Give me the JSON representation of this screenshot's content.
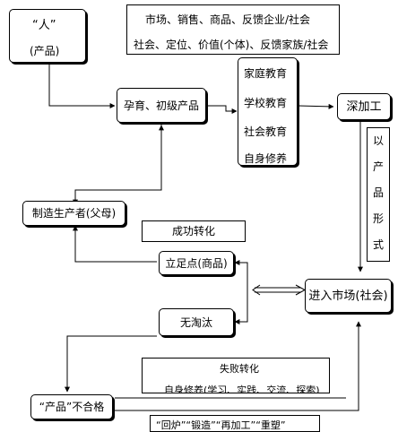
{
  "top_note": {
    "line1": "市场、销售、商品、反馈企业/社会",
    "line2": "社会、定位、价值(个体)、反馈家族/社会"
  },
  "ren_box": {
    "title": "“人”",
    "subtitle": "(产品)"
  },
  "yun_box": "孕育、初级产品",
  "education": [
    "家庭教育",
    "学校教育",
    "社会教育",
    "自身修养"
  ],
  "deep_box": "深加工",
  "vertical_label": [
    "以",
    "产",
    "品",
    "形",
    "式"
  ],
  "parents_box": "制造生产者(父母)",
  "success_label": "成功转化",
  "foothold_box": "立足点(商品)",
  "market_box": "进入市场(社会)",
  "no_elim_box": "无淘汰",
  "fail_box": {
    "title": "失败转化",
    "subtitle": "自身修养(学习、实践、交流、探索)"
  },
  "reject_box": "“产品”不合格",
  "bottom_note": "“回炉”“锻造”“再加工”“重塑”"
}
